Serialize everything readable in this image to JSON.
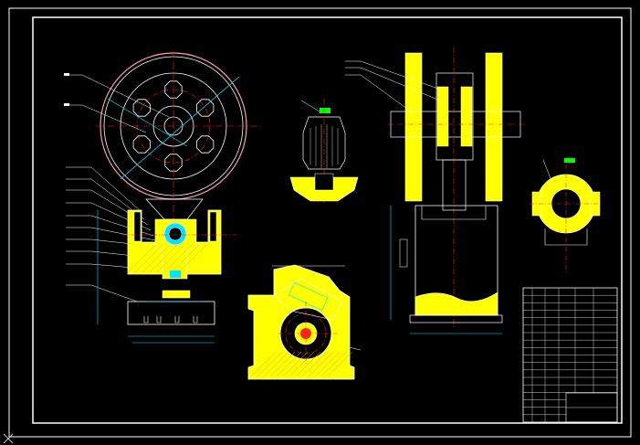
{
  "app": {
    "title": "",
    "background": "#000000"
  },
  "drawing": {
    "colors": {
      "border": "#ffffff",
      "fill_yellow": "#ffff00",
      "hatch_orange": "#e8a000",
      "center_red": "#ff2020",
      "outline_white": "#ffffff",
      "dim_cyan": "#00e5ff",
      "gear_pink": "#ff9ab0",
      "green_tag": "#00ff00"
    },
    "views": [
      "front-view-flywheel",
      "cam-detail",
      "gear-box-section",
      "side-view-frame",
      "ring-detail"
    ],
    "title_block": {
      "rows": 18,
      "columns": 6
    },
    "ucs_icon": "ucs-x-icon"
  }
}
